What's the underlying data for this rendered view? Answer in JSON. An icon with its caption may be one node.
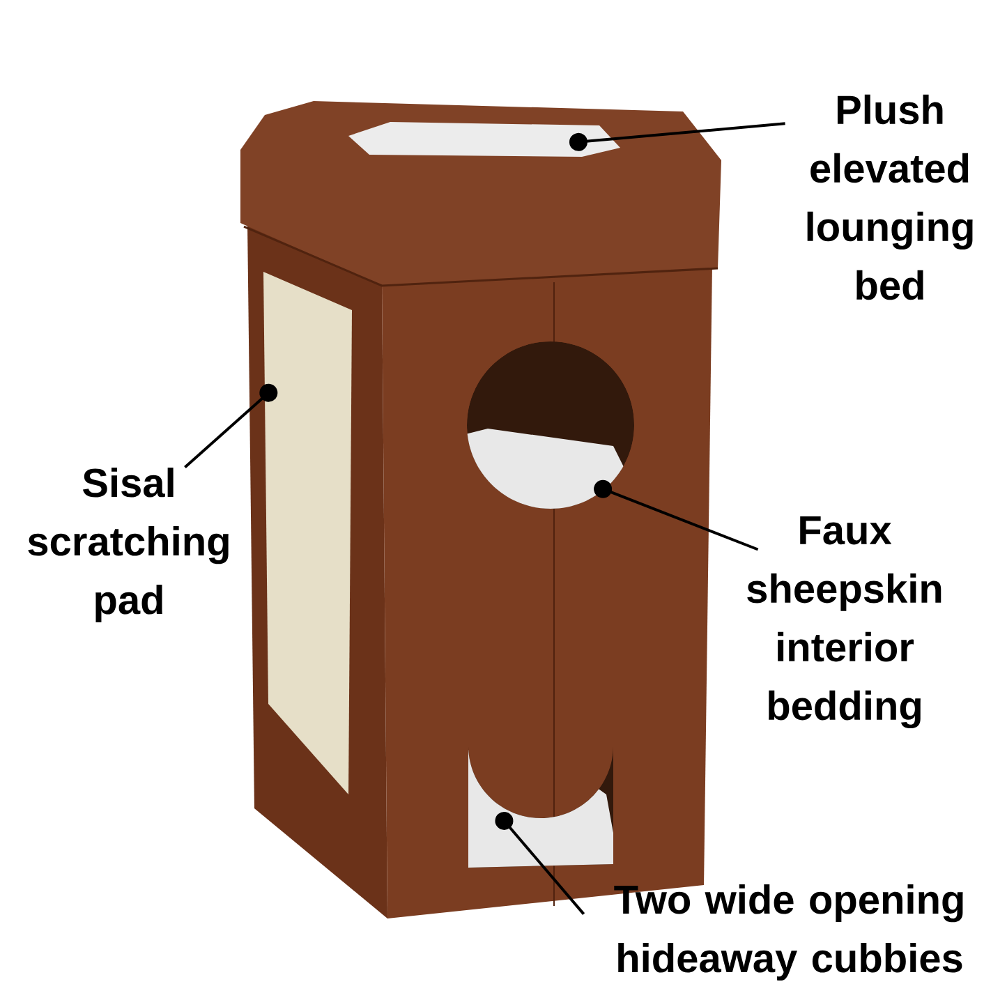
{
  "diagram": {
    "nodes": [
      {
        "text": [
          "Plush elevated lounging bed"
        ]
      },
      {
        "text": [
          "Sisal scratching pad"
        ]
      },
      {
        "text": [
          "Faux sheepskin interior bedding"
        ]
      },
      {
        "text": [
          "Two wide opening hideaway cubbies"
        ]
      }
    ],
    "edges": [
      {
        "from": 0,
        "to": null,
        "arrow": "other"
      },
      {
        "from": 1,
        "to": null,
        "arrow": "other"
      },
      {
        "from": 2,
        "to": null,
        "arrow": "other"
      },
      {
        "from": 3,
        "to": null,
        "arrow": "other"
      }
    ]
  }
}
